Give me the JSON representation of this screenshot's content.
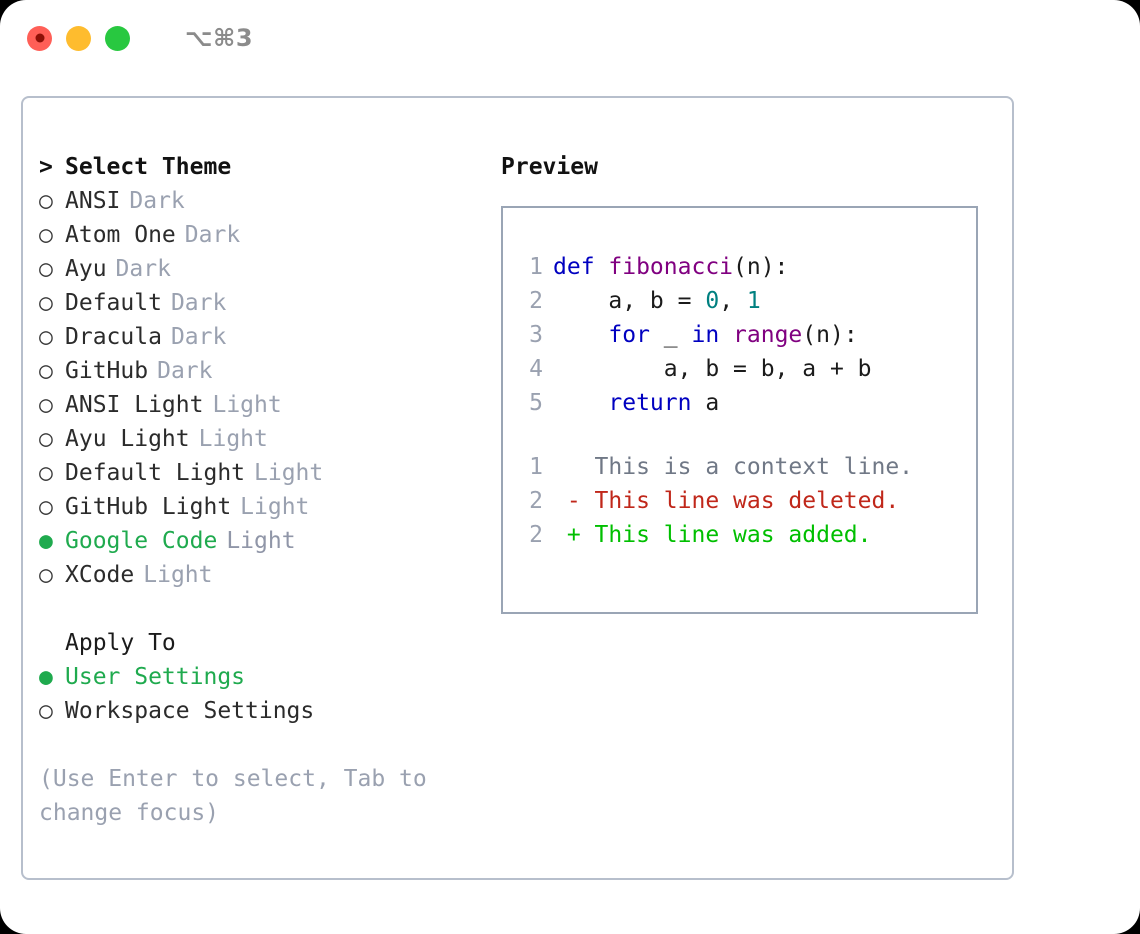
{
  "titlebar": {
    "dots": [
      {
        "name": "close",
        "color": "#ff5f57"
      },
      {
        "name": "minimize",
        "color": "#febc2e"
      },
      {
        "name": "maximize",
        "color": "#28c840"
      }
    ],
    "shortcut": "⌥⌘3"
  },
  "theme_picker": {
    "header_marker": ">",
    "header_label": "Select Theme",
    "marker_selected": "●",
    "marker_unselected": "○",
    "accent_color": "#1faa4e",
    "items": [
      {
        "name": "ANSI",
        "category": "Dark",
        "selected": false
      },
      {
        "name": "Atom One",
        "category": "Dark",
        "selected": false
      },
      {
        "name": "Ayu",
        "category": "Dark",
        "selected": false
      },
      {
        "name": "Default",
        "category": "Dark",
        "selected": false
      },
      {
        "name": "Dracula",
        "category": "Dark",
        "selected": false
      },
      {
        "name": "GitHub",
        "category": "Dark",
        "selected": false
      },
      {
        "name": "ANSI Light",
        "category": "Light",
        "selected": false
      },
      {
        "name": "Ayu Light",
        "category": "Light",
        "selected": false
      },
      {
        "name": "Default Light",
        "category": "Light",
        "selected": false
      },
      {
        "name": "GitHub Light",
        "category": "Light",
        "selected": false
      },
      {
        "name": "Google Code",
        "category": "Light",
        "selected": true
      },
      {
        "name": "XCode",
        "category": "Light",
        "selected": false
      }
    ]
  },
  "apply_to": {
    "title": "Apply To",
    "options": [
      {
        "label": "User Settings",
        "selected": true
      },
      {
        "label": "Workspace Settings",
        "selected": false
      }
    ]
  },
  "hint": "(Use Enter to select, Tab to change focus)",
  "preview": {
    "title": "Preview",
    "code_lines": [
      {
        "number": "1",
        "tokens": [
          {
            "text": "def ",
            "kind": "kw"
          },
          {
            "text": "fibonacci",
            "kind": "fn"
          },
          {
            "text": "(n):",
            "kind": "plain"
          }
        ]
      },
      {
        "number": "2",
        "tokens": [
          {
            "text": "    a, b = ",
            "kind": "plain"
          },
          {
            "text": "0",
            "kind": "num"
          },
          {
            "text": ", ",
            "kind": "plain"
          },
          {
            "text": "1",
            "kind": "num"
          }
        ]
      },
      {
        "number": "3",
        "tokens": [
          {
            "text": "    ",
            "kind": "plain"
          },
          {
            "text": "for",
            "kind": "kw"
          },
          {
            "text": " _ ",
            "kind": "plain"
          },
          {
            "text": "in",
            "kind": "kw"
          },
          {
            "text": " ",
            "kind": "plain"
          },
          {
            "text": "range",
            "kind": "fn"
          },
          {
            "text": "(n):",
            "kind": "plain"
          }
        ]
      },
      {
        "number": "4",
        "tokens": [
          {
            "text": "        a, b = b, a + b",
            "kind": "plain"
          }
        ]
      },
      {
        "number": "5",
        "tokens": [
          {
            "text": "    ",
            "kind": "plain"
          },
          {
            "text": "return",
            "kind": "kw"
          },
          {
            "text": " a",
            "kind": "plain"
          }
        ]
      }
    ],
    "diff_lines": [
      {
        "number": "1",
        "sign": " ",
        "text": "This is a context line.",
        "kind": "ctx"
      },
      {
        "number": "2",
        "sign": "-",
        "text": "This line was deleted.",
        "kind": "del"
      },
      {
        "number": "2",
        "sign": "+",
        "text": "This line was added.",
        "kind": "add"
      }
    ]
  },
  "colors": {
    "keyword": "#0000c0",
    "function": "#800080",
    "number": "#008080",
    "plain": "#1b1b1b",
    "line_number": "#9aa1b0",
    "context": "#707886",
    "deleted": "#c0271a",
    "added": "#00bf00",
    "muted": "#9aa1b0",
    "border": "#9aa5b5",
    "frame_border": "#b7bfcc"
  }
}
